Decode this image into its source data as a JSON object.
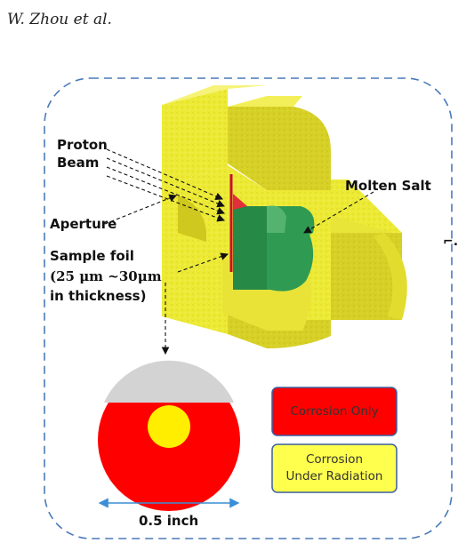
{
  "header": {
    "author": "W. Zhou et al."
  },
  "labels": {
    "proton_line1": "Proton",
    "proton_line2": "Beam",
    "aperture": "Aperture",
    "molten_salt": "Molten Salt",
    "sample_foil_1": "Sample foil",
    "sample_foil_2": "(25 μm ~30μm",
    "sample_foil_3": "in thickness)",
    "scale": "0.5 inch",
    "side_mark": "⌐."
  },
  "legend": {
    "corrosion_only": "Corrosion Only",
    "radiation_line1": "Corrosion",
    "radiation_line2": "Under Radiation"
  },
  "colors": {
    "yellow": "#f2ee3c",
    "red": "#ff0000",
    "gray": "#d3d3d3",
    "salt_green": "#2f9a52",
    "dashed_border": "#4a7ab8"
  }
}
